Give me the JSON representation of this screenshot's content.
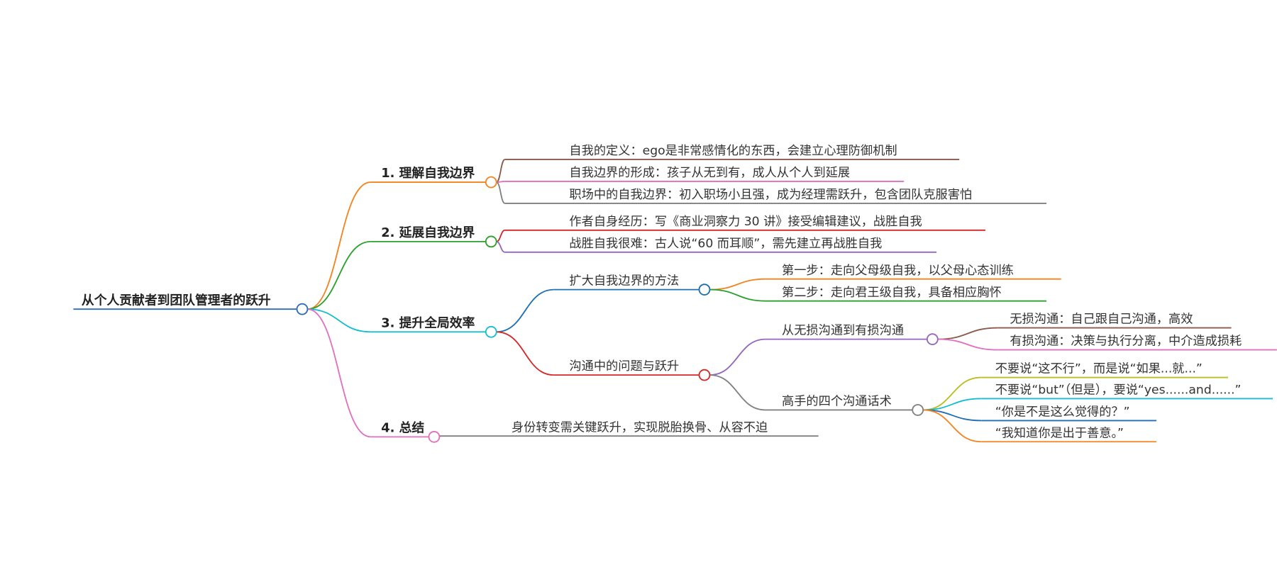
{
  "root": {
    "label": "从个人贡献者到团队管理者的跃升",
    "color": "#2f6eb5"
  },
  "branches": [
    {
      "label": "1. 理解自我边界",
      "color": "#f5831f",
      "children": [
        {
          "label": "自我的定义：ego是非常感情化的东西，会建立心理防御机制",
          "color": "#8b5a4b"
        },
        {
          "label": "自我边界的形成：孩子从无到有，成人从个人到延展",
          "color": "#e070c0"
        },
        {
          "label": "职场中的自我边界：初入职场小且强，成为经理需跃升，包含团队克服害怕",
          "color": "#808080"
        }
      ]
    },
    {
      "label": "2. 延展自我边界",
      "color": "#2ca02c",
      "children": [
        {
          "label": "作者自身经历：写《商业洞察力 30 讲》接受编辑建议，战胜自我",
          "color": "#d62728"
        },
        {
          "label": "战胜自我很难：古人说“60 而耳顺”，需先建立再战胜自我",
          "color": "#9467bd"
        }
      ]
    },
    {
      "label": "3. 提升全局效率",
      "color": "#17becf",
      "children": [
        {
          "label": "扩大自我边界的方法",
          "color": "#1f6fb4",
          "children": [
            {
              "label": "第一步：走向父母级自我，以父母心态训练",
              "color": "#f5831f"
            },
            {
              "label": "第二步：走向君王级自我，具备相应胸怀",
              "color": "#2ca02c"
            }
          ]
        },
        {
          "label": "沟通中的问题与跃升",
          "color": "#d62728",
          "children": [
            {
              "label": "从无损沟通到有损沟通",
              "color": "#9467bd",
              "children": [
                {
                  "label": "无损沟通：自己跟自己沟通，高效",
                  "color": "#8b5a4b"
                },
                {
                  "label": "有损沟通：决策与执行分离，中介造成损耗",
                  "color": "#e070c0"
                }
              ]
            },
            {
              "label": "高手的四个沟通话术",
              "color": "#808080",
              "children": [
                {
                  "label": "不要说“这不行”，而是说“如果...就...”",
                  "color": "#bcbd22"
                },
                {
                  "label": "不要说“but”（但是），要说“yes......and......”",
                  "color": "#17becf"
                },
                {
                  "label": "“你是不是这么觉得的？”",
                  "color": "#1f6fb4"
                },
                {
                  "label": "“我知道你是出于善意。”",
                  "color": "#f5831f"
                }
              ]
            }
          ]
        }
      ]
    },
    {
      "label": "4. 总结",
      "color": "#e070c0",
      "children": [
        {
          "label": "身份转变需关键跃升，实现脱胎换骨、从容不迫",
          "color": "#808080"
        }
      ]
    }
  ]
}
